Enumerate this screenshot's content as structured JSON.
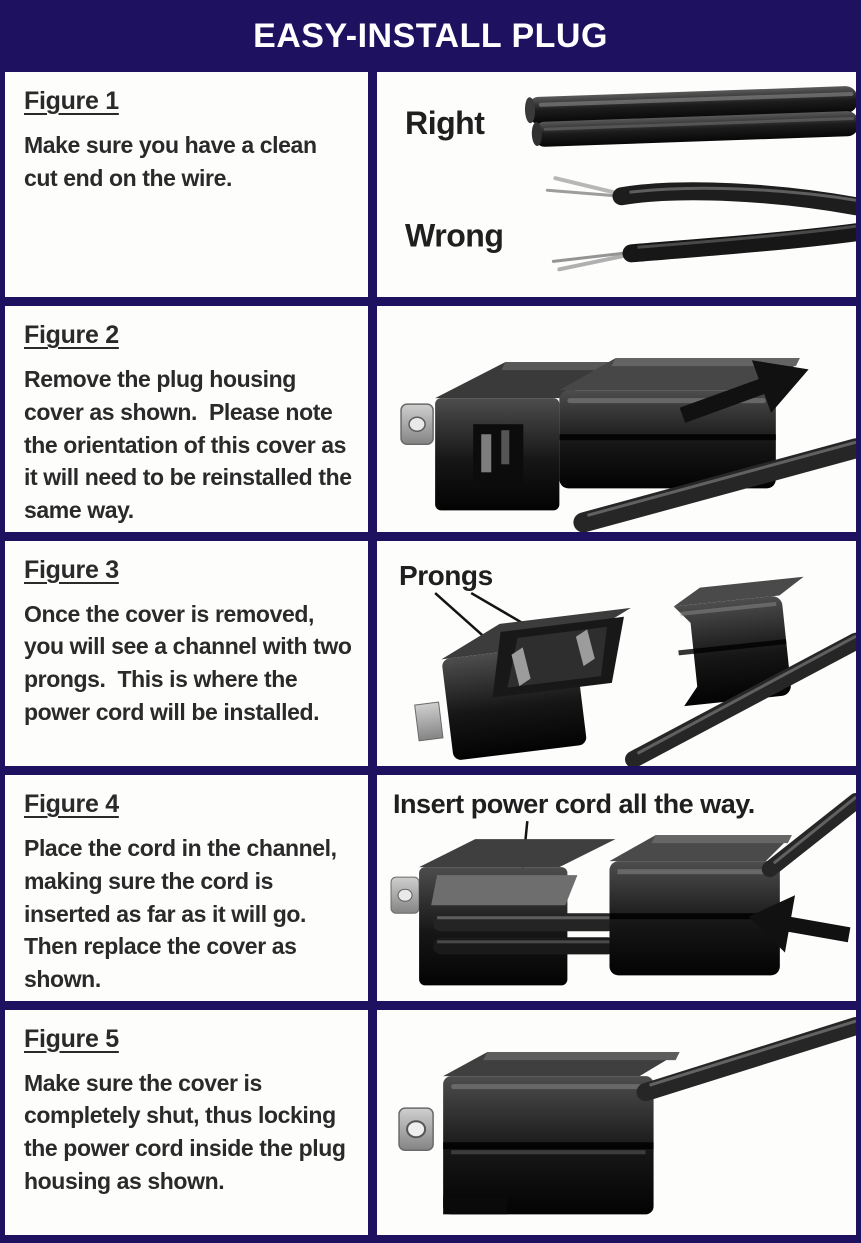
{
  "header": {
    "title": "EASY-INSTALL PLUG"
  },
  "colors": {
    "banner_navy": "#1d1160",
    "panel_white": "#fdfdfc",
    "text_dark": "#2a2a2a",
    "plastic_black": "#141414",
    "metal_gray": "#a8a8a8"
  },
  "figures": [
    {
      "heading": "Figure 1",
      "body": "Make sure you have a clean cut end on the wire.",
      "labels": {
        "right": "Right",
        "wrong": "Wrong"
      },
      "illustration": "clean-cut wire vs frayed wire comparison"
    },
    {
      "heading": "Figure 2",
      "body": "Remove the plug housing cover as shown.  Please note the orientation of this cover as it will need to be reinstalled the same way.",
      "illustration": "plug housing with cover sliding off, arrow pointing right, loose wire"
    },
    {
      "heading": "Figure 3",
      "body": "Once the cover is removed, you will see a channel with two prongs.  This is where the power cord will be installed.",
      "labels": {
        "prongs": "Prongs"
      },
      "illustration": "open plug channel with two prongs, removed cover, loose wire"
    },
    {
      "heading": "Figure 4",
      "body": "Place the cord in the channel, making sure the cord is inserted as far as it will go.  Then replace the cover as shown.",
      "labels": {
        "caption": "Insert power cord all the way."
      },
      "illustration": "cord placed in channel, cover sliding back on, arrow pointing left"
    },
    {
      "heading": "Figure 5",
      "body": "Make sure the cover is completely shut, thus locking the power cord inside the plug housing as shown.",
      "illustration": "fully assembled plug with cover shut and cord exiting"
    }
  ]
}
